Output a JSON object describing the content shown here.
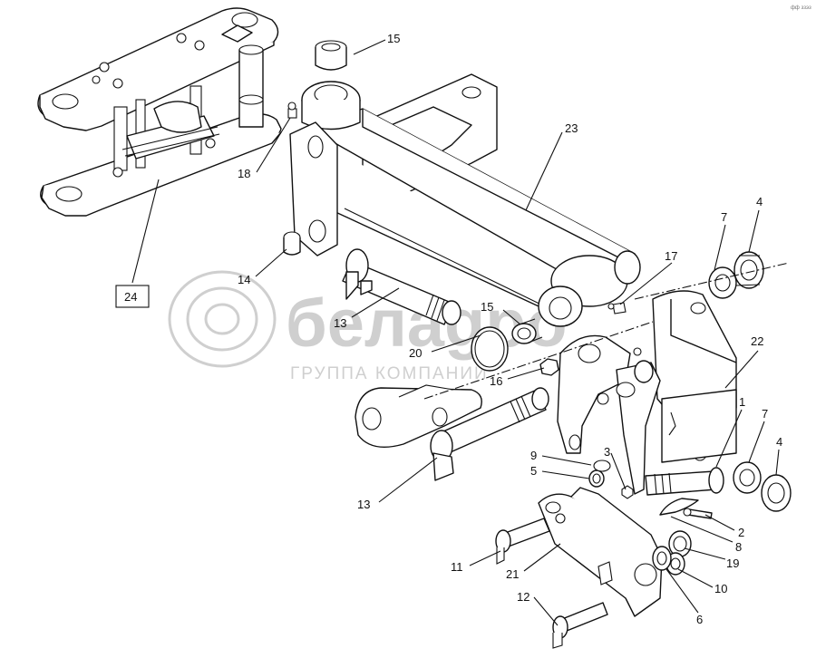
{
  "watermark": {
    "brand": "белаgро",
    "subtitle": "ГРУППА КОМПАНИЙ"
  },
  "corner_code": "фф ззэз",
  "callouts": [
    {
      "id": "c15a",
      "text": "15"
    },
    {
      "id": "c23",
      "text": "23"
    },
    {
      "id": "c18",
      "text": "18"
    },
    {
      "id": "c14",
      "text": "14"
    },
    {
      "id": "c24",
      "text": "24",
      "boxed": true
    },
    {
      "id": "c13a",
      "text": "13"
    },
    {
      "id": "c15b",
      "text": "15"
    },
    {
      "id": "c20",
      "text": "20"
    },
    {
      "id": "c16",
      "text": "16"
    },
    {
      "id": "c17",
      "text": "17"
    },
    {
      "id": "c7a",
      "text": "7"
    },
    {
      "id": "c4a",
      "text": "4"
    },
    {
      "id": "c22",
      "text": "22"
    },
    {
      "id": "c1",
      "text": "1"
    },
    {
      "id": "c7b",
      "text": "7"
    },
    {
      "id": "c4b",
      "text": "4"
    },
    {
      "id": "c9",
      "text": "9"
    },
    {
      "id": "c5",
      "text": "5"
    },
    {
      "id": "c3",
      "text": "3"
    },
    {
      "id": "c13b",
      "text": "13"
    },
    {
      "id": "c2",
      "text": "2"
    },
    {
      "id": "c8",
      "text": "8"
    },
    {
      "id": "c19",
      "text": "19"
    },
    {
      "id": "c11",
      "text": "11"
    },
    {
      "id": "c21",
      "text": "21"
    },
    {
      "id": "c10",
      "text": "10"
    },
    {
      "id": "c12",
      "text": "12"
    },
    {
      "id": "c6",
      "text": "6"
    }
  ]
}
